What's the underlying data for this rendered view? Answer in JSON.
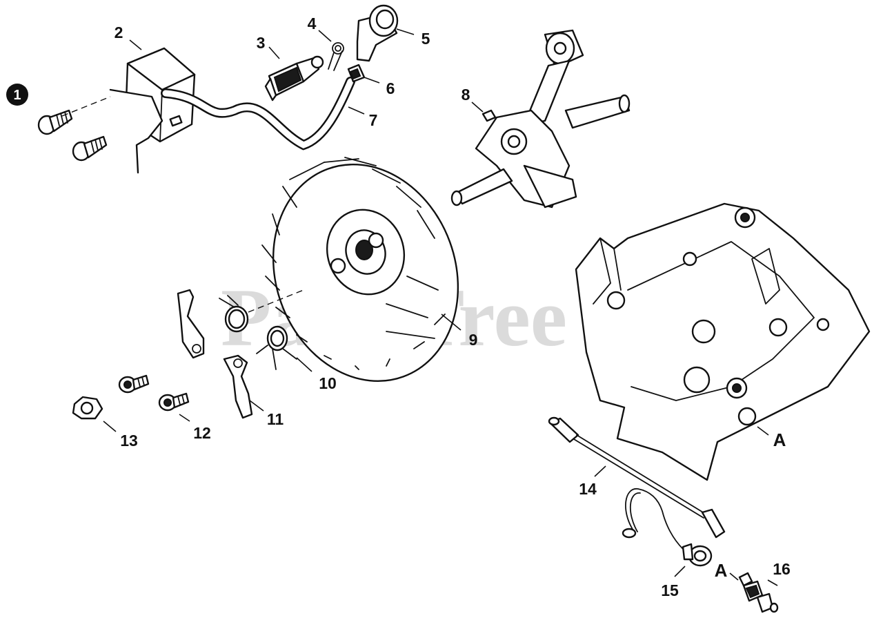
{
  "watermark": {
    "text": "PartsTree",
    "tm": "™"
  },
  "callouts": {
    "c1": "1",
    "c2": "2",
    "c3": "3",
    "c4": "4",
    "c5": "5",
    "c6": "6",
    "c7": "7",
    "c8": "8",
    "c9": "9",
    "c10": "10",
    "c11": "11",
    "c12": "12",
    "c13": "13",
    "c14": "14",
    "c15": "15",
    "c16": "16",
    "a_housing": "A",
    "a_switch": "A"
  },
  "colors": {
    "line": "#111111",
    "watermark": "#d0d0d0",
    "badge": "#111111"
  }
}
